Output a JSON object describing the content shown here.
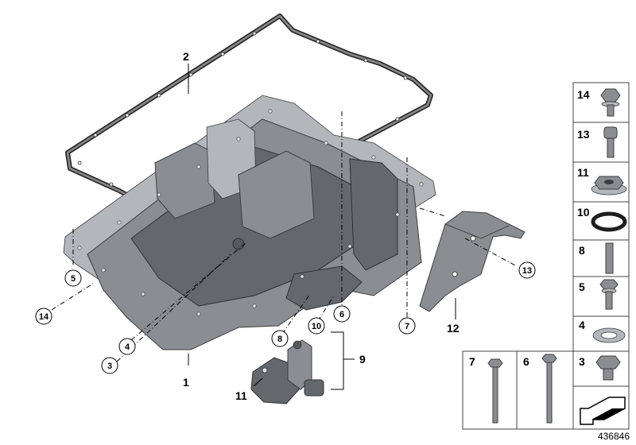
{
  "diagram": {
    "callouts": {
      "c1": "1",
      "c2": "2",
      "c3": "3",
      "c4": "4",
      "c5": "5",
      "c6": "6",
      "c7": "7",
      "c8": "8",
      "c9": "9",
      "c10": "10",
      "c11": "11",
      "c12": "12",
      "c13": "13",
      "c14": "14"
    },
    "legend": {
      "r14": "14",
      "r13": "13",
      "r11": "11",
      "r10": "10",
      "r8": "8",
      "r5": "5",
      "r4": "4",
      "r3": "3",
      "b7": "7",
      "b6": "6"
    },
    "doc_id": "436846"
  }
}
